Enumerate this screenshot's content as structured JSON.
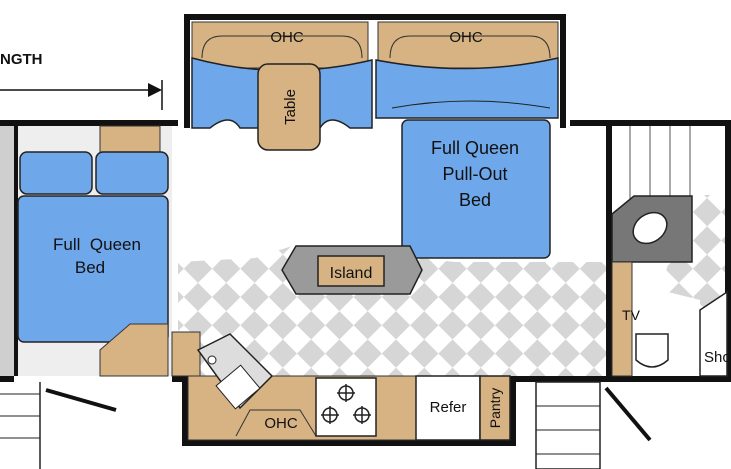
{
  "labels": {
    "length": "NGTH",
    "ohc_left": "OHC",
    "ohc_right": "OHC",
    "table": "Table",
    "front_bed_line1": "Full  Queen",
    "front_bed_line2": "Bed",
    "pullout_line1": "Full Queen",
    "pullout_line2": "Pull-Out",
    "pullout_line3": "Bed",
    "island": "Island",
    "ohc_kitchen": "OHC",
    "refer": "Refer",
    "pantry": "Pantry",
    "tv": "TV",
    "shower": "Sho"
  },
  "colors": {
    "wall": "#111111",
    "bed_blue": "#6fa8ea",
    "tan": "#d7b283",
    "floor_check": "#d6d6d6",
    "light_floor": "#f2f2f2",
    "fixture_gray": "#9a9a9a",
    "white": "#ffffff"
  }
}
